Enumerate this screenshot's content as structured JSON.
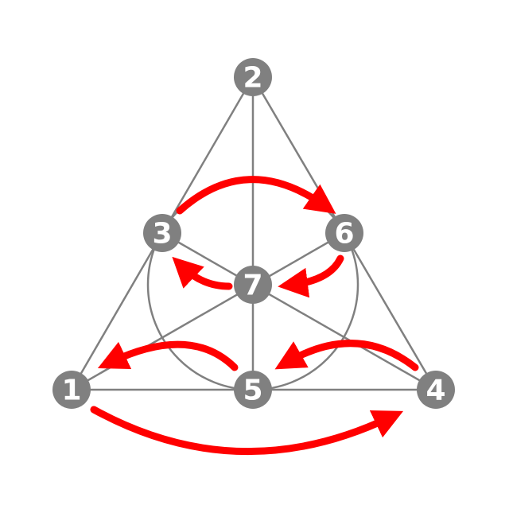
{
  "diagram": {
    "colors": {
      "edge": "#808080",
      "node": "#808080",
      "node_text": "#ffffff",
      "arrow": "#ff0000",
      "background": "#ffffff"
    },
    "nodes": [
      {
        "id": "1",
        "label": "1"
      },
      {
        "id": "2",
        "label": "2"
      },
      {
        "id": "3",
        "label": "3"
      },
      {
        "id": "4",
        "label": "4"
      },
      {
        "id": "5",
        "label": "5"
      },
      {
        "id": "6",
        "label": "6"
      },
      {
        "id": "7",
        "label": "7"
      }
    ],
    "lines": [
      {
        "points": [
          "1",
          "3",
          "2"
        ]
      },
      {
        "points": [
          "2",
          "6",
          "4"
        ]
      },
      {
        "points": [
          "1",
          "5",
          "4"
        ]
      },
      {
        "points": [
          "2",
          "7",
          "5"
        ]
      },
      {
        "points": [
          "1",
          "7",
          "6"
        ]
      },
      {
        "points": [
          "4",
          "7",
          "3"
        ]
      },
      {
        "points": [
          "3",
          "5",
          "6"
        ],
        "shape": "circle"
      }
    ],
    "arrows": [
      {
        "from": "3",
        "to": "6"
      },
      {
        "from": "6",
        "to": "7"
      },
      {
        "from": "7",
        "to": "3"
      },
      {
        "from": "5",
        "to": "1"
      },
      {
        "from": "4",
        "to": "5"
      },
      {
        "from": "1",
        "to": "4"
      }
    ]
  }
}
